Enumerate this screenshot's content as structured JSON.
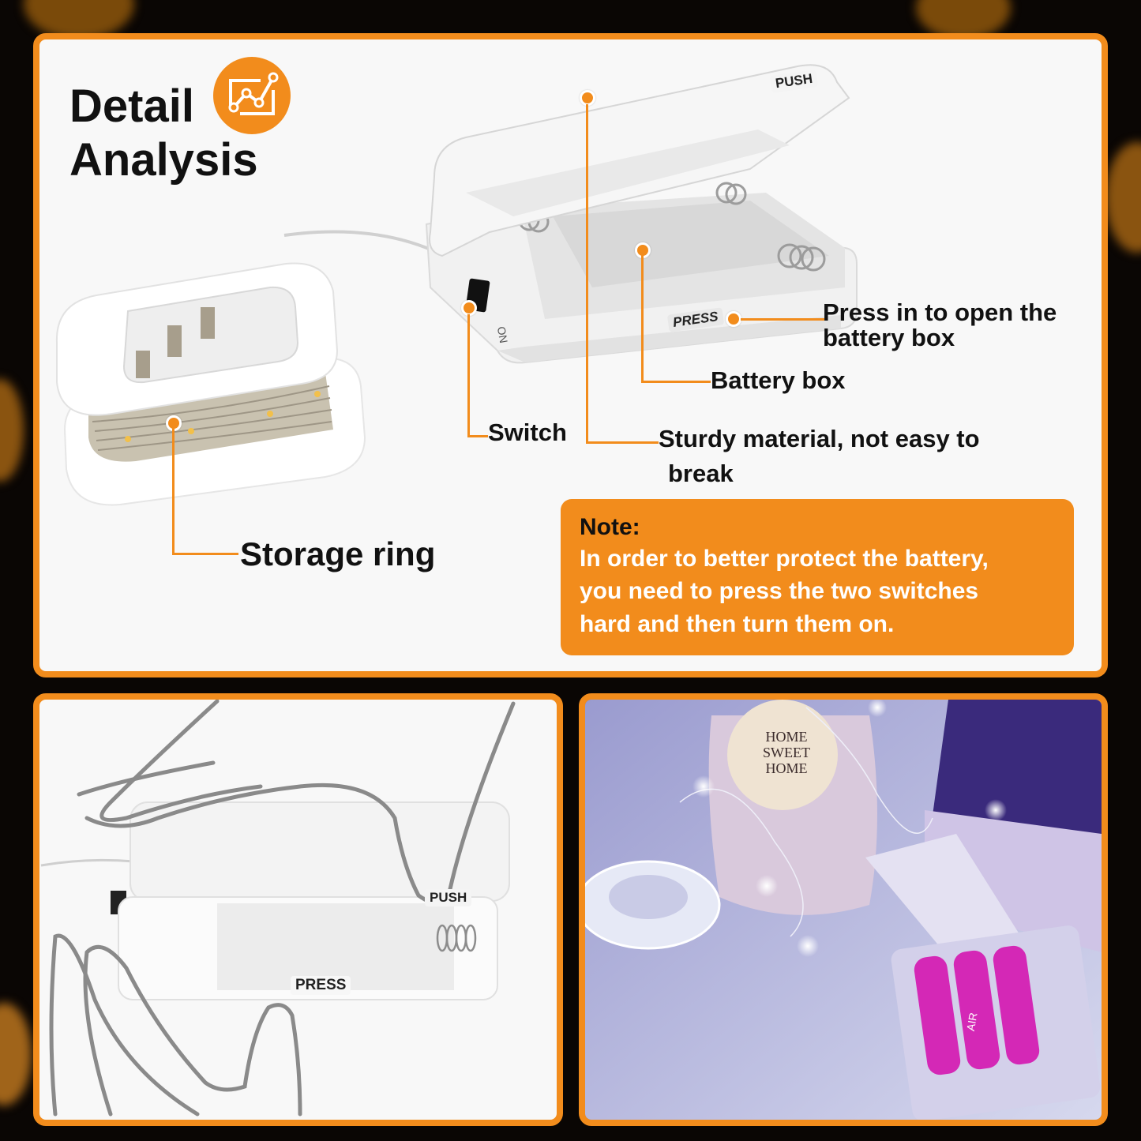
{
  "header": {
    "title_line1": "Detail",
    "title_line2": "Analysis",
    "icon": "chart-line-icon"
  },
  "callouts": {
    "press_to_open": "Press in to open the battery box",
    "press_to_open_line1": "Press in to open the",
    "press_to_open_line2": "battery box",
    "battery_box": "Battery box",
    "switch": "Switch",
    "sturdy_line1": "Sturdy material, not easy to",
    "sturdy_line2": "break",
    "storage_ring": "Storage ring"
  },
  "product_markings": {
    "lid": "PUSH",
    "latch": "PRESS",
    "switch_on": "ON"
  },
  "note": {
    "title": "Note:",
    "line1": "In order to better protect the battery,",
    "line2": "you need to press the two switches",
    "line3": "hard and then turn them on."
  },
  "bottom_left": {
    "lid_tag": "PUSH",
    "latch_tag": "PRESS"
  },
  "bottom_right": {
    "scene_text": "HOME SWEET HOME",
    "battery_label": "AIR"
  },
  "colors": {
    "accent": "#f28c1c",
    "background": "#0a0604",
    "panel": "#f8f8f8",
    "text": "#111111",
    "note_text": "#ffffff"
  }
}
